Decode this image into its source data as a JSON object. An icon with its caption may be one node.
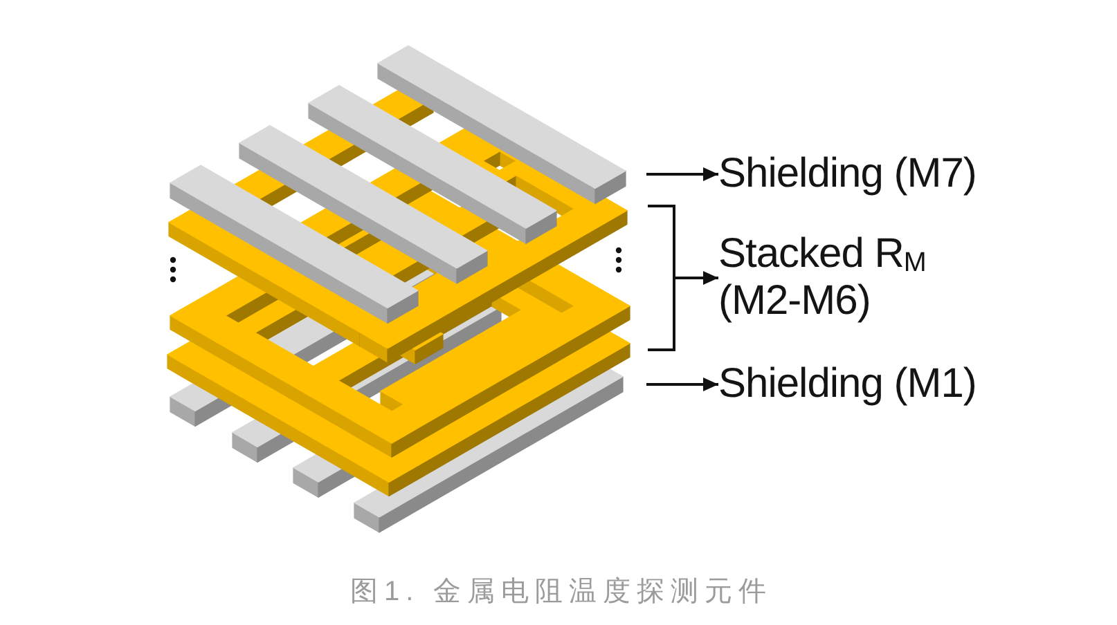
{
  "diagram": {
    "caption": "图1. 金属电阻温度探测元件",
    "nodes": [
      {
        "text": [
          "Shielding (M7)"
        ]
      },
      {
        "text": [],
        "shape": "bracket"
      },
      {
        "text": [
          "Stacked R$_{M}$ (M2-M6)"
        ]
      },
      {
        "text": [
          "Shielding (M1)"
        ]
      }
    ],
    "edges": [
      {
        "from": null,
        "to": 0,
        "arrow": "to"
      },
      {
        "from": 1,
        "to": 2,
        "arrow": "to"
      },
      {
        "from": null,
        "to": 3,
        "arrow": "to"
      }
    ]
  }
}
